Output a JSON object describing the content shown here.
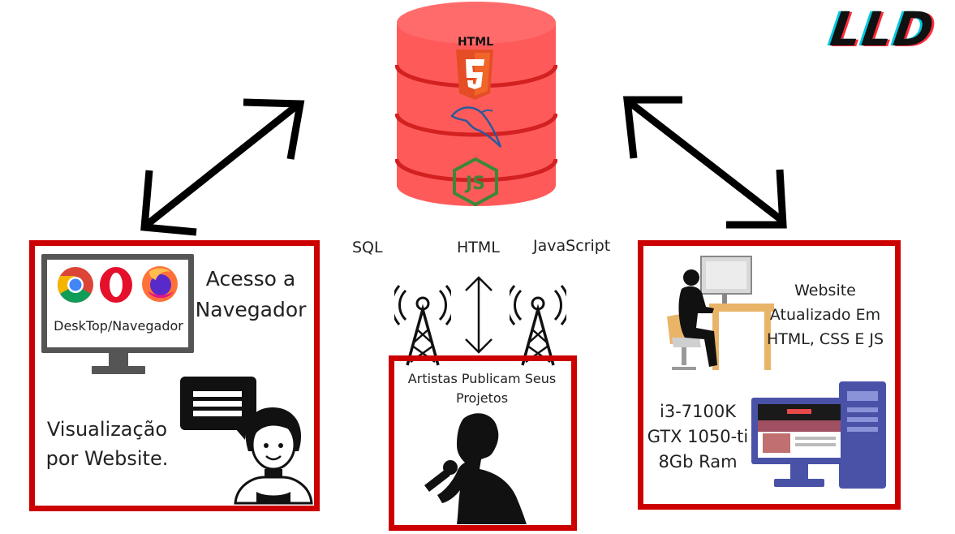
{
  "logo": "LLD",
  "database": {
    "layers": [
      "HTML5",
      "MySQL",
      "JS"
    ],
    "html_caption": "HTML"
  },
  "left_panel": {
    "browser_text": "DeskTop/Navegador",
    "access_text": "Acesso a Navegador",
    "visual_text": "Visualização por Website."
  },
  "middle": {
    "sql_label": "SQL",
    "html_label": "HTML",
    "js_label": "JavaScript",
    "artists_text": "Artistas Publicam Seus Projetos"
  },
  "right_panel": {
    "website_text": "Website Atualizado Em HTML, CSS E JS",
    "specs_text": "i3-7100K GTX 1050-ti 8Gb Ram"
  },
  "colors": {
    "frame": "#cc0000",
    "db_red": "#ff5555",
    "db_stripe": "#d32020"
  }
}
